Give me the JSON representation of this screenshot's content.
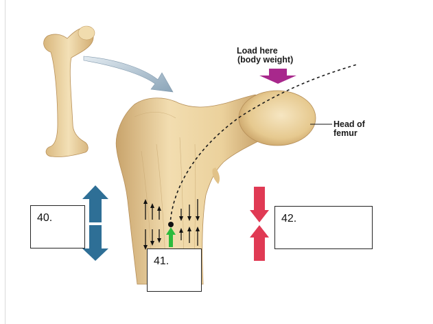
{
  "load_label": {
    "line1": "Load here",
    "line2": "(body weight)"
  },
  "head_label": {
    "line1": "Head of",
    "line2": "femur"
  },
  "answer_boxes": [
    {
      "number": "40."
    },
    {
      "number": "41."
    },
    {
      "number": "42."
    }
  ],
  "colors": {
    "bone": "#ecd4a0",
    "bone_shadow": "#c7a06a",
    "tension_arrow": "#2e6f96",
    "compression_arrow": "#e03a54",
    "load_arrow": "#a8288c",
    "green_arrow": "#2dbb3c",
    "curved_arrow": "#9fb4c4"
  }
}
